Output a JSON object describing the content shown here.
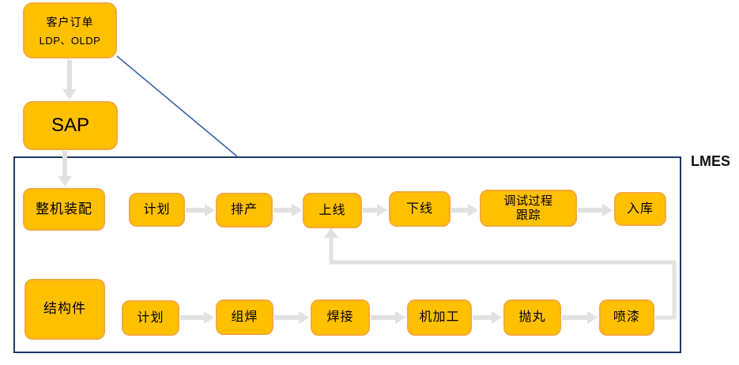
{
  "colors": {
    "box_fill": "#FFC000",
    "box_border": "#F7A93C",
    "arrow": "#E2E1E1",
    "frame_border": "#1F3864",
    "diagonal_line": "#3A62AE",
    "text": "#000000"
  },
  "lmes": {
    "label": "LMES"
  },
  "nodes": {
    "customer_order": {
      "title": "客户订单",
      "subtitle": "LDP、OLDP"
    },
    "sap": {
      "label": "SAP"
    },
    "assembly": {
      "label": "整机装配"
    },
    "structural_parts": {
      "label": "结构件"
    },
    "assembly_flow": [
      {
        "label": "计划"
      },
      {
        "label": "排产"
      },
      {
        "label": "上线"
      },
      {
        "label": "下线"
      },
      {
        "line1": "调试过程",
        "line2": "跟踪"
      },
      {
        "label": "入库"
      }
    ],
    "structural_flow": [
      {
        "label": "计划"
      },
      {
        "label": "组焊"
      },
      {
        "label": "焊接"
      },
      {
        "label": "机加工"
      },
      {
        "label": "抛丸"
      },
      {
        "label": "喷漆"
      }
    ]
  }
}
